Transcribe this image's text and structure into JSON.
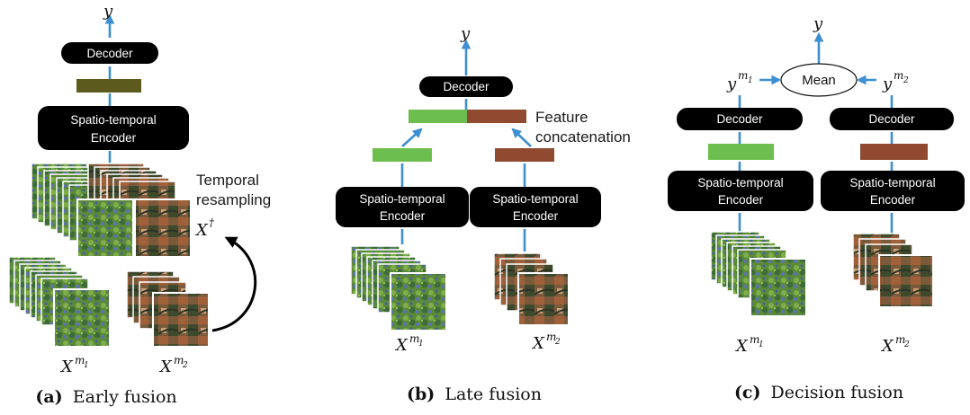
{
  "colors": {
    "sentinel2_feature": "#6cbf4e",
    "sentinel1_feature": "#8f4a30",
    "early_feature": "#5c5a1c",
    "arrow": "#3d8fd1",
    "box": "#000000"
  },
  "panel_a": {
    "output": "y",
    "decoder": "Decoder",
    "encoder_line1": "Spatio-temporal",
    "encoder_line2": "Encoder",
    "resampling_line1": "Temporal",
    "resampling_line2": "resampling",
    "x_dagger": "X",
    "dagger": "†",
    "input1_base": "X",
    "input1_sup": "m",
    "input1_sub": "1",
    "input2_base": "X",
    "input2_sup": "m",
    "input2_sub": "2",
    "caption_tag": "(a)",
    "caption_text": "Early fusion"
  },
  "panel_b": {
    "output": "y",
    "decoder": "Decoder",
    "feature_line1": "Feature",
    "feature_line2": "concatenation",
    "encoder1_line1": "Spatio-temporal",
    "encoder1_line2": "Encoder",
    "encoder2_line1": "Spatio-temporal",
    "encoder2_line2": "Encoder",
    "input1_base": "X",
    "input1_sup": "m",
    "input1_sub": "1",
    "input2_base": "X",
    "input2_sup": "m",
    "input2_sub": "2",
    "caption_tag": "(b)",
    "caption_text": "Late fusion"
  },
  "panel_c": {
    "output": "y",
    "mean": "Mean",
    "y1_base": "y",
    "y1_sup": "m",
    "y1_sub": "1",
    "y2_base": "y",
    "y2_sup": "m",
    "y2_sub": "2",
    "decoder1": "Decoder",
    "decoder2": "Decoder",
    "encoder1_line1": "Spatio-temporal",
    "encoder1_line2": "Encoder",
    "encoder2_line1": "Spatio-temporal",
    "encoder2_line2": "Encoder",
    "input1_base": "X",
    "input1_sup": "m",
    "input1_sub": "1",
    "input2_base": "X",
    "input2_sup": "m",
    "input2_sub": "2",
    "caption_tag": "(c)",
    "caption_text": "Decision fusion"
  }
}
